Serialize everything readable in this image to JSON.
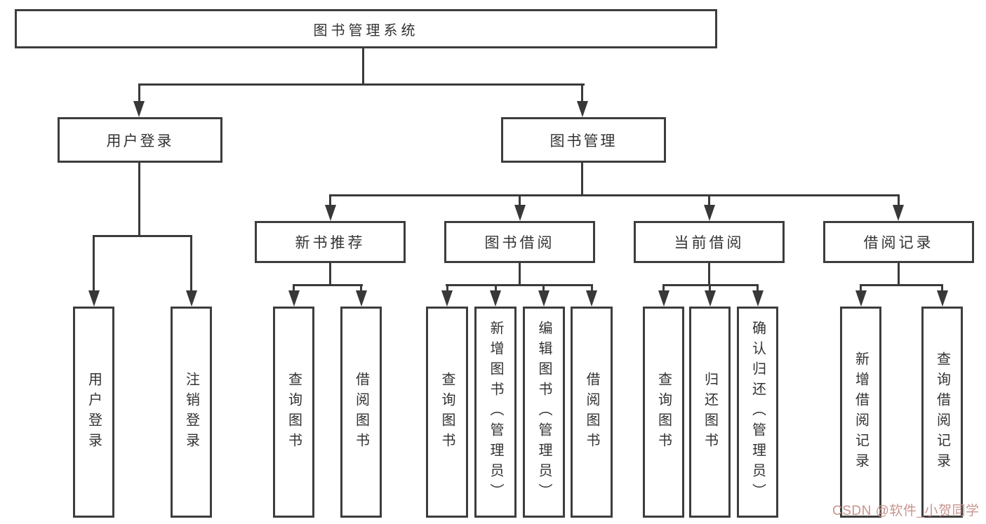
{
  "diagram": {
    "tree": {
      "label": "图书管理系统",
      "children": [
        {
          "label": "用户登录",
          "children": [
            {
              "label": "用户登录"
            },
            {
              "label": "注销登录"
            }
          ]
        },
        {
          "label": "图书管理",
          "children": [
            {
              "label": "新书推荐",
              "children": [
                {
                  "label": "查询图书"
                },
                {
                  "label": "借阅图书"
                }
              ]
            },
            {
              "label": "图书借阅",
              "children": [
                {
                  "label": "查询图书"
                },
                {
                  "label": "新增图书（管理员）"
                },
                {
                  "label": "编辑图书（管理员）"
                },
                {
                  "label": "借阅图书"
                }
              ]
            },
            {
              "label": "当前借阅",
              "children": [
                {
                  "label": "查询图书"
                },
                {
                  "label": "归还图书"
                },
                {
                  "label": "确认归还（管理员）"
                }
              ]
            },
            {
              "label": "借阅记录",
              "children": [
                {
                  "label": "新增借阅记录"
                },
                {
                  "label": "查询借阅记录"
                }
              ]
            }
          ]
        }
      ]
    }
  },
  "watermark": {
    "text": "CSDN @软件_小贺同学",
    "color": "#c9938d"
  },
  "colors": {
    "line": "#3a3a3a",
    "border": "#3d3d3d",
    "text": "#333333",
    "background": "#ffffff"
  }
}
